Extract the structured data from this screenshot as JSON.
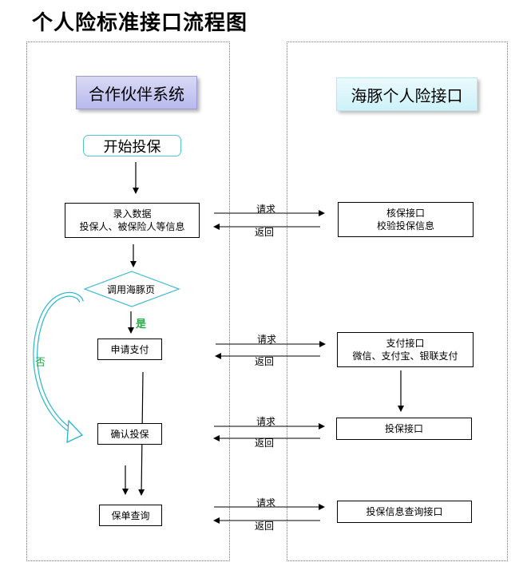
{
  "title": "个人险标准接口流程图",
  "lanes": {
    "left_header": "合作伙伴系统",
    "right_header": "海豚个人险接口"
  },
  "start": "开始投保",
  "left_boxes": {
    "entry": {
      "line1": "录入数据",
      "line2": "投保人、被保险人等信息"
    },
    "decision": "调用海豚页",
    "pay": "申请支付",
    "confirm": "确认投保",
    "query": "保单查询"
  },
  "right_boxes": {
    "underwrite": {
      "line1": "核保接口",
      "line2": "校验投保信息"
    },
    "payment": {
      "line1": "支付接口",
      "line2": "微信、支付宝、银联支付"
    },
    "insure": "投保接口",
    "info_query": "投保信息查询接口"
  },
  "flow_labels": {
    "yes": "是",
    "no": "否",
    "request": "请求",
    "return": "返回"
  },
  "colors": {
    "header_left": "#c3c3f0",
    "header_right": "#d9f6fa",
    "start_border": "#4ec6d6",
    "yes_text": "#2aa84a",
    "no_arrow": "#27b6d0"
  }
}
